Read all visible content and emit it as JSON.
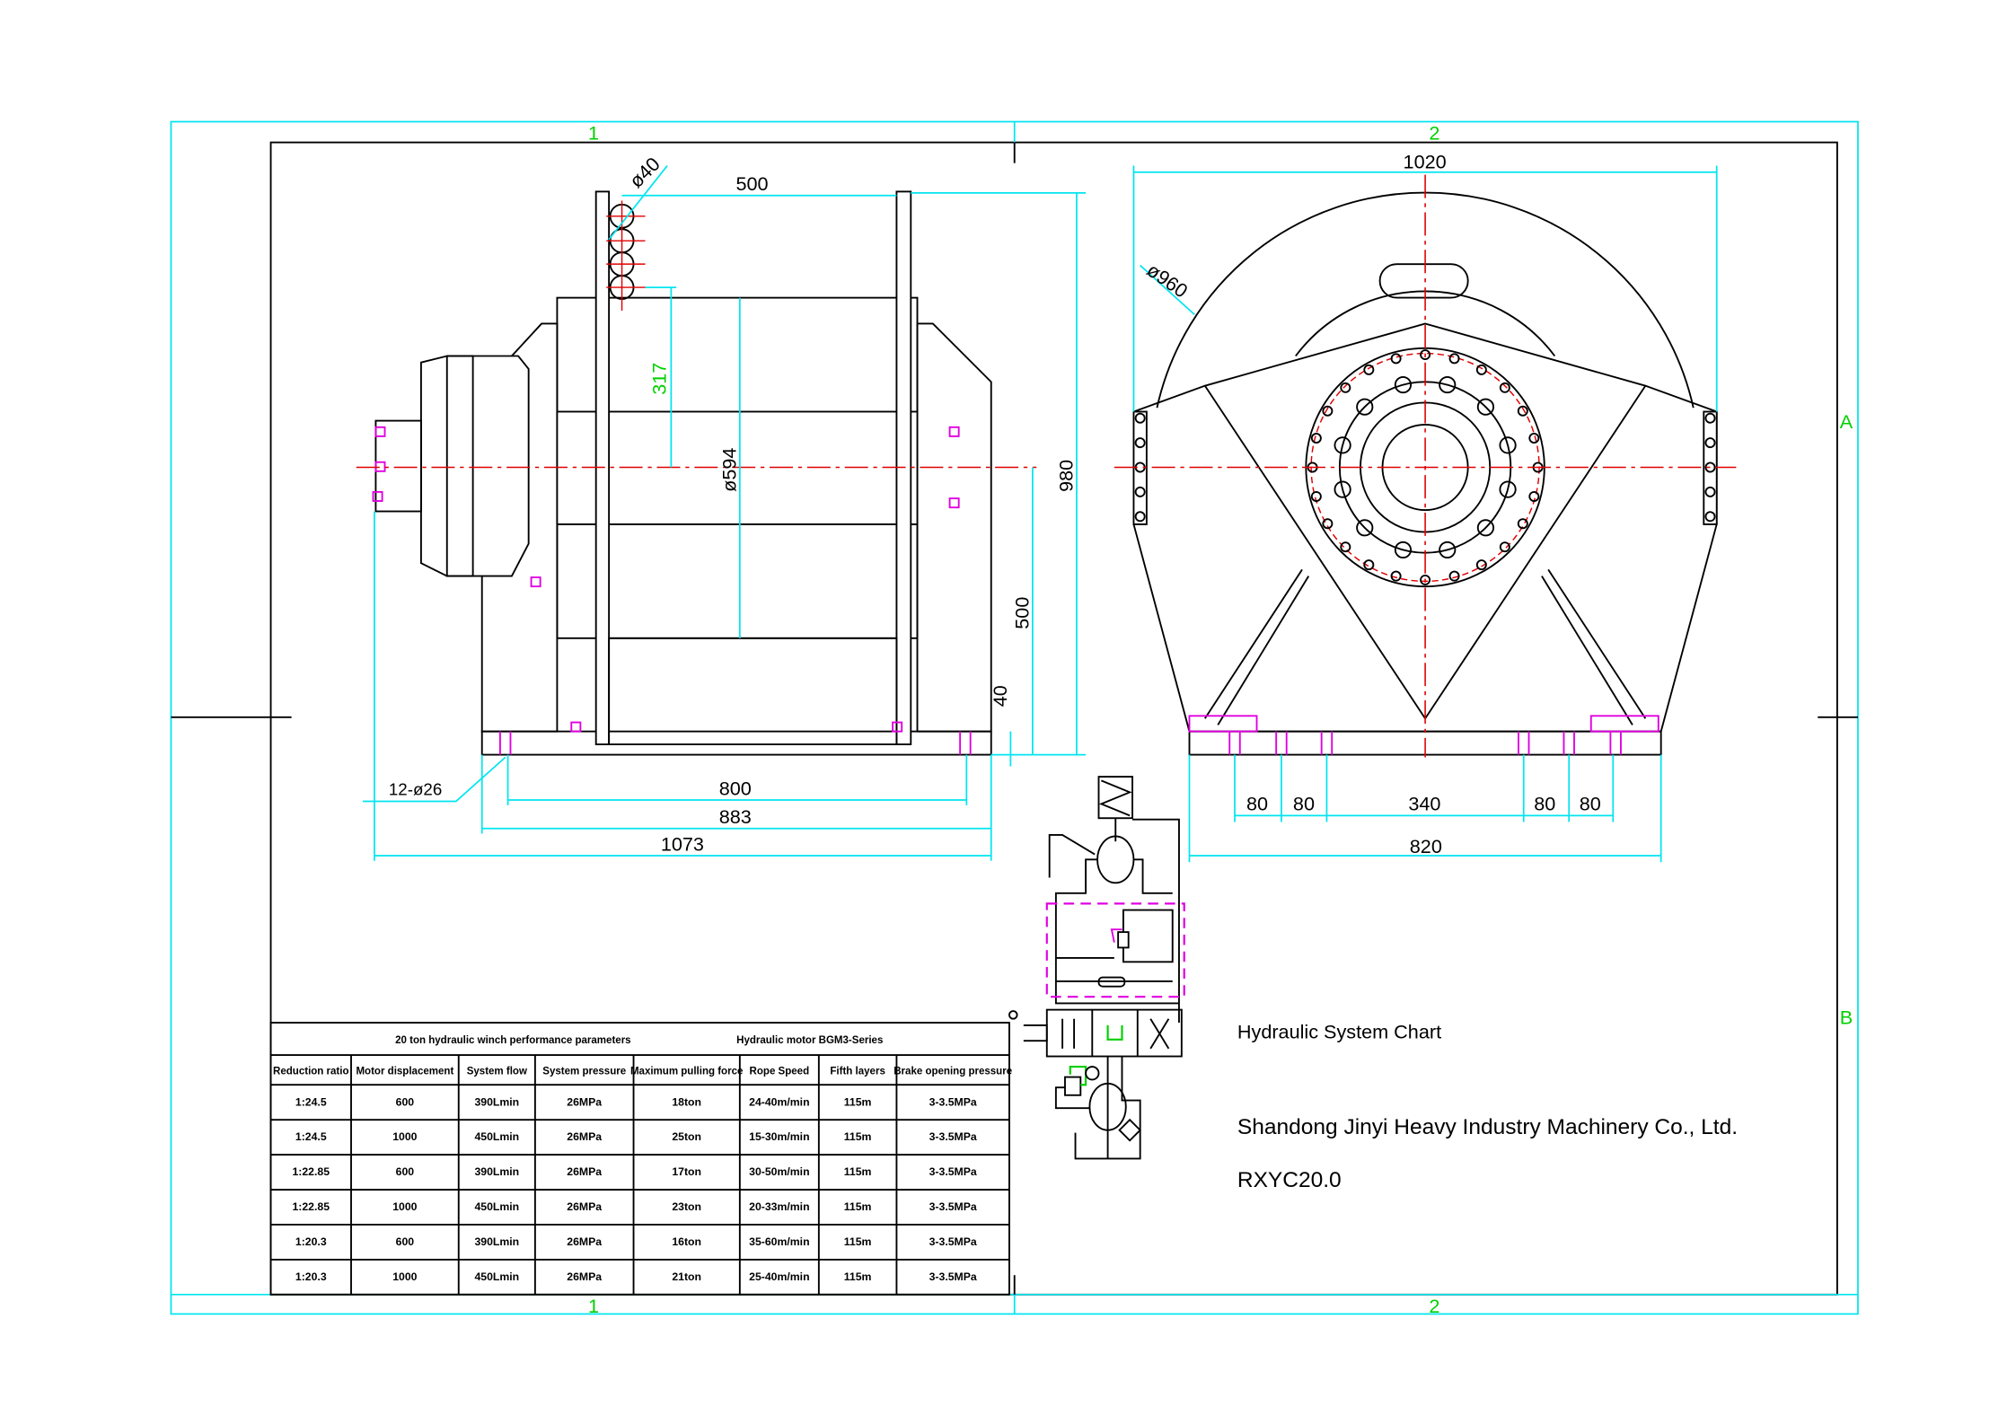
{
  "zones": {
    "col1": "1",
    "col2": "2",
    "rowA": "A",
    "rowB": "B"
  },
  "side_view": {
    "rope_dia": "ø40",
    "flange_gap": "500",
    "drum_radius_green": "317",
    "drum_dia": "ø594",
    "height_total": "980",
    "center_height": "500",
    "base_thickness": "40",
    "bolt_spacing": "800",
    "base_length": "883",
    "overall_length": "1073",
    "bolt_holes": "12-ø26"
  },
  "end_view": {
    "width": "1020",
    "flange_dia": "ø960",
    "spacings": [
      "80",
      "80",
      "340",
      "80",
      "80"
    ],
    "base_width": "820"
  },
  "labels": {
    "chart_title": "Hydraulic System Chart",
    "company": "Shandong Jinyi Heavy Industry Machinery Co., Ltd.",
    "model": "RXYC20.0"
  },
  "table": {
    "title_left": "20 ton hydraulic winch performance parameters",
    "title_right": "Hydraulic motor BGM3-Series",
    "headers": [
      "Reduction ratio",
      "Motor displacement",
      "System flow",
      "System pressure",
      "Maximum pulling force",
      "Rope Speed",
      "Fifth layers",
      "Brake opening pressure"
    ],
    "rows": [
      [
        "1:24.5",
        "600",
        "390Lmin",
        "26MPa",
        "18ton",
        "24-40m/min",
        "115m",
        "3-3.5MPa"
      ],
      [
        "1:24.5",
        "1000",
        "450Lmin",
        "26MPa",
        "25ton",
        "15-30m/min",
        "115m",
        "3-3.5MPa"
      ],
      [
        "1:22.85",
        "600",
        "390Lmin",
        "26MPa",
        "17ton",
        "30-50m/min",
        "115m",
        "3-3.5MPa"
      ],
      [
        "1:22.85",
        "1000",
        "450Lmin",
        "26MPa",
        "23ton",
        "20-33m/min",
        "115m",
        "3-3.5MPa"
      ],
      [
        "1:20.3",
        "600",
        "390Lmin",
        "26MPa",
        "16ton",
        "35-60m/min",
        "115m",
        "3-3.5MPa"
      ],
      [
        "1:20.3",
        "1000",
        "450Lmin",
        "26MPa",
        "21ton",
        "25-40m/min",
        "115m",
        "3-3.5MPa"
      ]
    ]
  }
}
